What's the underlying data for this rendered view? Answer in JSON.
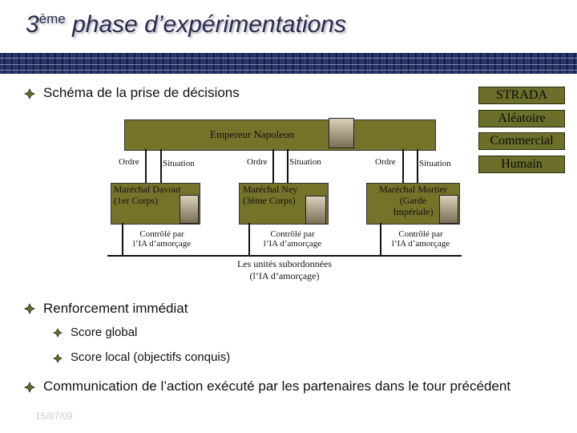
{
  "title": {
    "sup": "ème",
    "prefix": "3",
    "rest": " phase d’expérimentations"
  },
  "section1": "Schéma de la prise de décisions",
  "tags": [
    "STRADA",
    "Aléatoire",
    "Commercial",
    "Humain"
  ],
  "emperor": "Empereur Napoleon",
  "columns": [
    {
      "ordre": "Ordre",
      "situation": "Situation",
      "marshal": "Maréchal Davout\n(1er Corps)",
      "control": "Contrôlé par\nl’IA d’amorçage"
    },
    {
      "ordre": "Ordre",
      "situation": "Situation",
      "marshal": "Maréchal Ney\n(3ème Corps)",
      "control": "Contrôlé par\nl’IA d’amorçage"
    },
    {
      "ordre": "Ordre",
      "situation": "Situation",
      "marshal": "Maréchal Mortier\n(Garde\nImpériale)",
      "control": "Contrôlé par\nl’IA d’amorçage"
    }
  ],
  "units": "Les unités subordonnées\n(l’IA d’amorçage)",
  "section2": "Renforcement immédiat",
  "sub_items": [
    "Score global",
    "Score local (objectifs conquis)"
  ],
  "section3": "Communication de l’action exécuté par les partenaires dans le tour précédent",
  "footer": "15/07/09"
}
